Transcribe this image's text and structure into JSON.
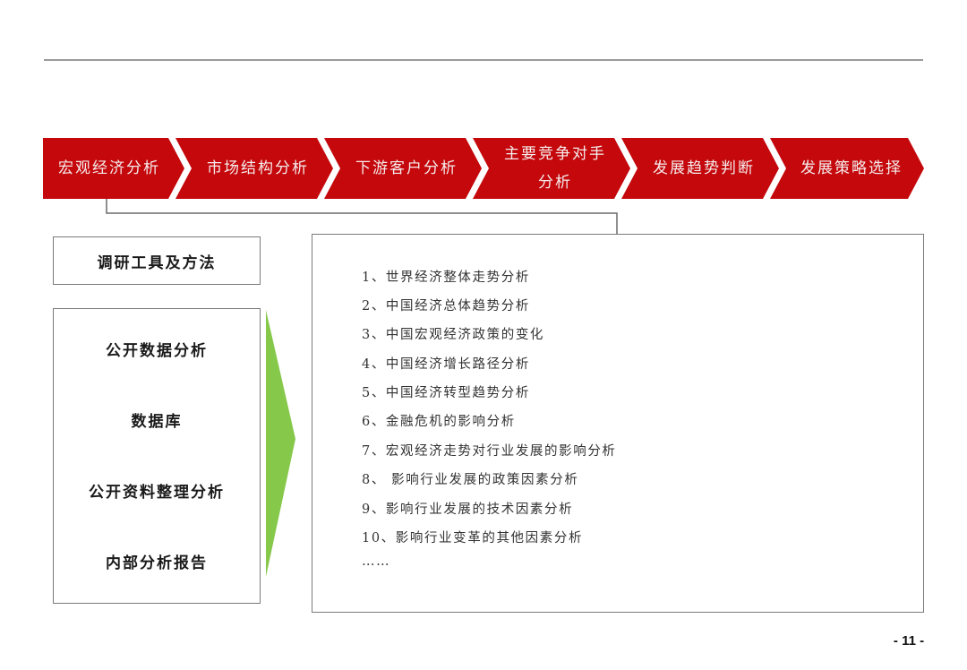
{
  "colors": {
    "chevron_fill": "#c4080c",
    "arrow_green": "#86c84a",
    "rule": "#9a9a9a",
    "border": "#7a7a7a"
  },
  "process_steps": [
    {
      "label": "宏观经济分析"
    },
    {
      "label": "市场结构分析"
    },
    {
      "label": "下游客户分析"
    },
    {
      "label": "主要竞争对手分析",
      "line1": "主要竞争对手",
      "line2": "分析"
    },
    {
      "label": "发展趋势判断"
    },
    {
      "label": "发展策略选择"
    }
  ],
  "tools": {
    "title": "调研工具及方法",
    "methods": [
      "公开数据分析",
      "数据库",
      "公开资料整理分析",
      "内部分析报告"
    ],
    "arrow_icon": "green-arrow-right"
  },
  "analysis_items": [
    "1、世界经济整体走势分析",
    "2、中国经济总体趋势分析",
    "3、中国宏观经济政策的变化",
    "4、中国经济增长路径分析",
    "5、中国经济转型趋势分析",
    "6、金融危机的影响分析",
    "7、宏观经济走势对行业发展的影响分析",
    "8、 影响行业发展的政策因素分析",
    "9、影响行业发展的技术因素分析",
    "10、影响行业变革的其他因素分析",
    "……"
  ],
  "footer": {
    "page_number": "- 11 -"
  }
}
